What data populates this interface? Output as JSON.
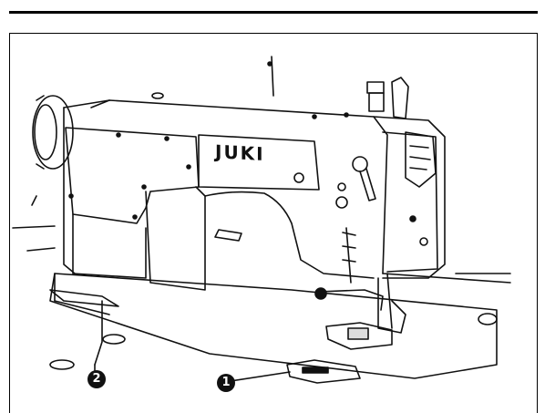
{
  "illustration": {
    "brand_label": "JUKI",
    "callouts": [
      {
        "id": "callout-1",
        "label": "1"
      },
      {
        "id": "callout-2",
        "label": "2"
      }
    ]
  }
}
